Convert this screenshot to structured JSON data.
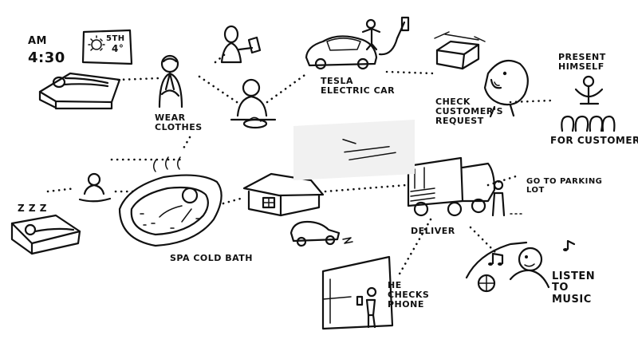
{
  "labels": {
    "am": "AM",
    "time": "4:30",
    "calendar_day": "5TH",
    "calendar_temp": "4°",
    "wear_clothes": "WEAR CLOTHES",
    "tesla": "TESLA ELECTRIC CAR",
    "check_request": "CHECK CUSTOMER'S REQUEST",
    "present_himself": "PRESENT HIMSELF",
    "for_customer": "FOR CUSTOMER",
    "go_to_parking": "GO TO PARKING LOT",
    "deliver": "DELIVER",
    "spa": "SPA COLD BATH",
    "sleep": "Z Z Z",
    "checks_phone": "HE CHECKS PHONE",
    "listen_music": "LISTEN TO MUSIC"
  },
  "icons": {
    "bed_morning": "person-in-bed-icon",
    "calendar": "calendar-sun-icon",
    "dressing": "person-dressing-icon",
    "phone_person": "person-with-phone-icon",
    "eating": "person-eating-icon",
    "tesla": "electric-car-icon",
    "box": "package-icon",
    "head": "smiling-head-icon",
    "presenter": "presenting-person-icon",
    "crowd": "customers-icon",
    "truck": "delivery-truck-icon",
    "worker": "standing-person-icon",
    "house": "house-icon",
    "small_car": "small-car-icon",
    "spa": "hot-tub-icon",
    "meditating": "meditating-person-icon",
    "bed_night": "person-sleeping-icon",
    "phone_man": "man-with-phone-icon",
    "music_driver": "driving-with-music-icon",
    "paper": "pasted-paper-note"
  },
  "colors": {
    "ink": "#111111",
    "paper": "#ffffff",
    "pasted_note": "#f1f1f1"
  }
}
